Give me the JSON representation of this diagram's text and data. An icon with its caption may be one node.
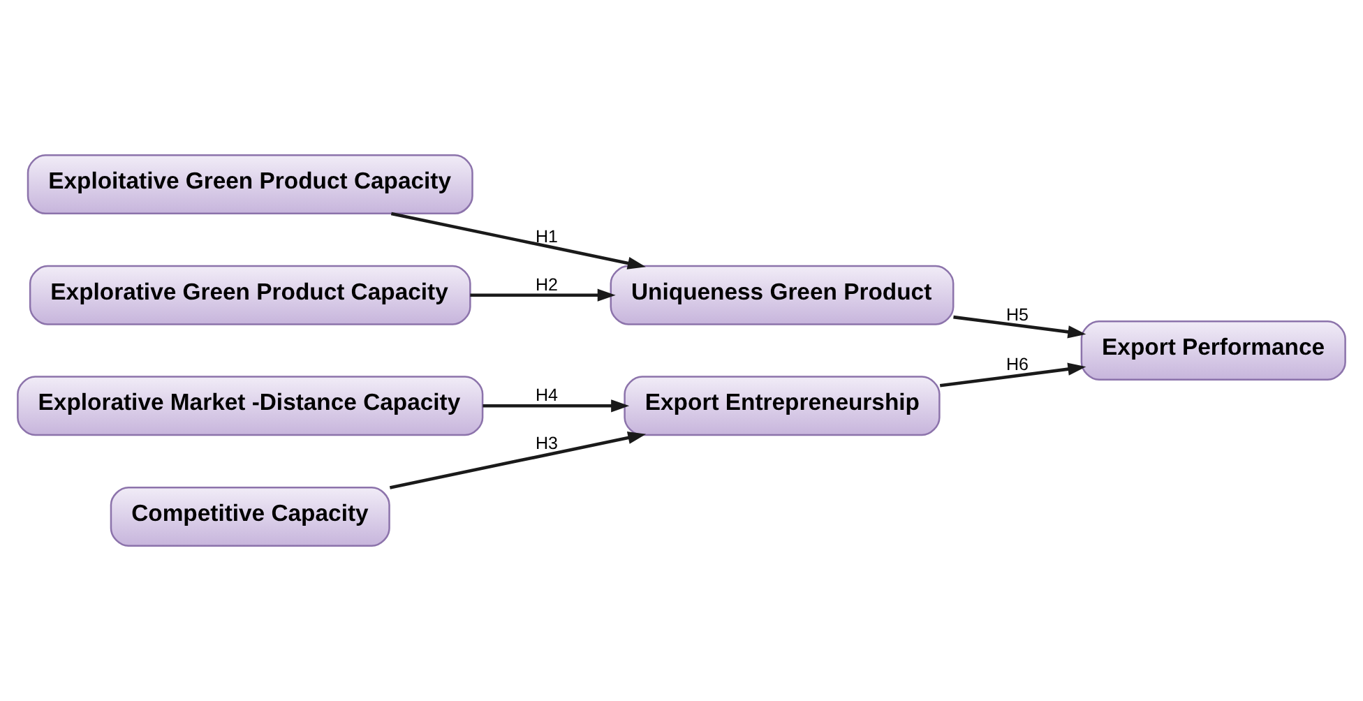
{
  "diagram": {
    "nodes": [
      {
        "text": [
          "Exploitative Green Product Capacity"
        ]
      },
      {
        "text": [
          "Explorative Green Product Capacity"
        ]
      },
      {
        "text": [
          "Uniqueness Green Product"
        ]
      },
      {
        "text": [
          "Export Performance"
        ]
      },
      {
        "text": [
          "Competitive Capacity"
        ]
      },
      {
        "text": [
          "Export Entrepreneurship"
        ]
      },
      {
        "text": [
          "Explorative Market -Distance Capacity"
        ]
      }
    ],
    "edges": [
      {
        "from": 0,
        "to": 2,
        "arrow": "to",
        "label": "H1"
      },
      {
        "from": 1,
        "to": 2,
        "arrow": "to",
        "label": "H2"
      },
      {
        "from": 4,
        "to": 5,
        "arrow": "to",
        "label": "H3"
      },
      {
        "from": 6,
        "to": 5,
        "arrow": "to",
        "label": "H4"
      },
      {
        "from": 2,
        "to": 3,
        "arrow": "to",
        "label": "H5"
      },
      {
        "from": 5,
        "to": 3,
        "arrow": "to",
        "label": "H6"
      }
    ]
  }
}
